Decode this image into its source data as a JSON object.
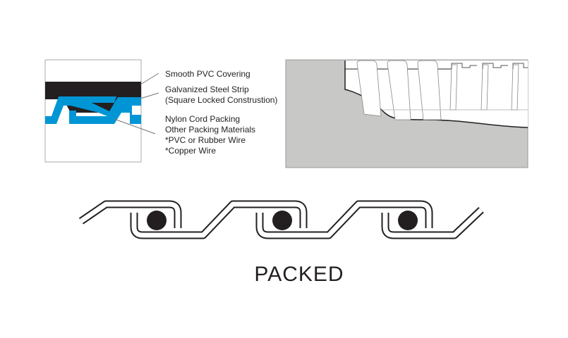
{
  "labels": {
    "covering": "Smooth PVC Covering",
    "strip_1": "Galvanized Steel Strip",
    "strip_2": "(Square Locked Construstion)",
    "packing_1": "Nylon Cord Packing",
    "packing_2": "Other Packing Materials",
    "packing_3": "*PVC or Rubber Wire",
    "packing_4": "*Copper Wire"
  },
  "title": "PACKED",
  "colors": {
    "steel": "#0096d6",
    "covering": "#231f20",
    "cutaway": "#c8c8c6"
  }
}
